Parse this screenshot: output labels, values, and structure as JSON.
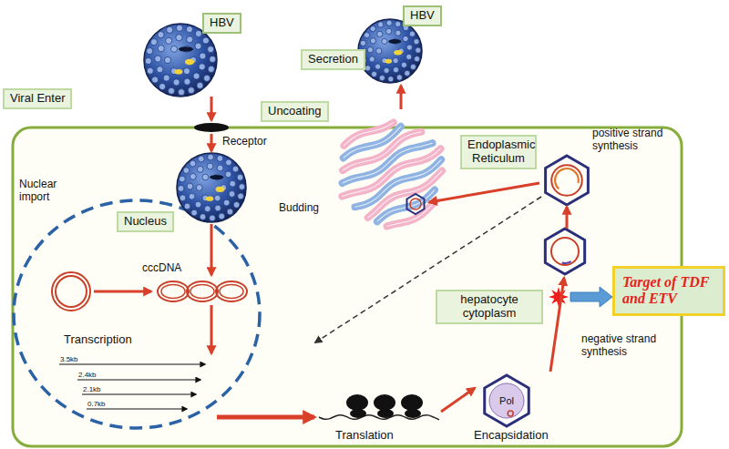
{
  "diagram": {
    "nodes": [
      {
        "text": [
          "HBV"
        ]
      },
      {
        "text": [
          "HBV"
        ]
      },
      {
        "text": [
          "Viral Enter"
        ]
      },
      {
        "text": [
          "Uncoating"
        ]
      },
      {
        "text": [
          "Secretion"
        ]
      },
      {
        "text": [
          "Endoplasmic Reticulum"
        ]
      },
      {
        "text": [
          "Nucleus"
        ]
      },
      {
        "text": [
          "hepatocyte cytoplasm"
        ]
      },
      {
        "text": [
          "Target of TDF and ETV"
        ]
      }
    ],
    "labels": [
      "Receptor",
      "Budding",
      "positive strand synthesis",
      "Nuclear import",
      "cccDNA",
      "negative strand synthesis",
      "Transcription",
      "3.5kb",
      "2.4kb",
      "2.1kb",
      "0.7kb",
      "Pol",
      "Translation",
      "Encapsidation"
    ]
  }
}
